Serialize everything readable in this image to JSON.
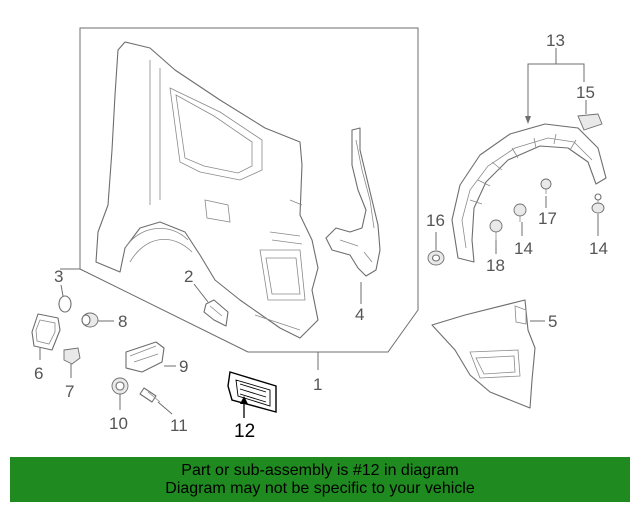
{
  "callouts": {
    "c1": "1",
    "c2": "2",
    "c3": "3",
    "c4": "4",
    "c5": "5",
    "c6": "6",
    "c7": "7",
    "c8": "8",
    "c9": "9",
    "c10": "10",
    "c11": "11",
    "c12": "12",
    "c13": "13",
    "c14a": "14",
    "c14b": "14",
    "c15": "15",
    "c16": "16",
    "c17": "17",
    "c18": "18"
  },
  "highlighted_part": "12",
  "colors": {
    "footer_bg": "#1f8a1f",
    "line": "#6e6e6e",
    "highlight": "#000000"
  },
  "footer": {
    "line1": "Part or sub-assembly is #12 in diagram",
    "line2": "Diagram may not be specific to your vehicle"
  }
}
